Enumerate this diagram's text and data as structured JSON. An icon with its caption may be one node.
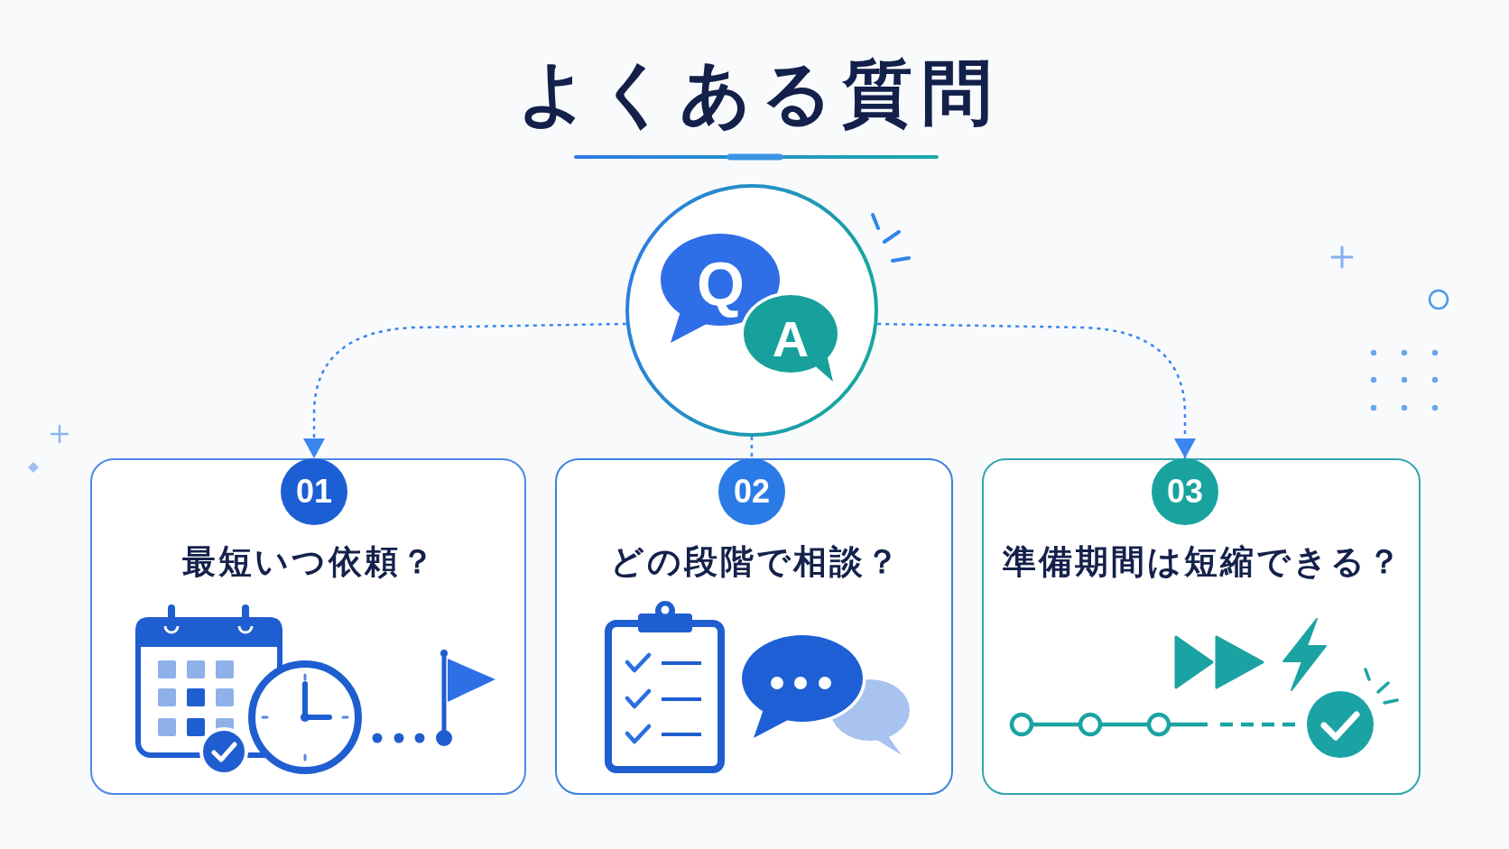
{
  "diagram": {
    "title": "よくある質問",
    "nodes": [
      {
        "text": [
          "Q",
          "A"
        ]
      },
      {
        "text": [
          "01",
          "最短いつ依頼？"
        ]
      },
      {
        "text": [
          "02",
          "どの段階で相談？"
        ]
      },
      {
        "text": [
          "03",
          "準備期間は短縮できる？"
        ]
      }
    ],
    "edges": [
      {
        "from": 0,
        "to": 1,
        "arrow": "to",
        "style": "dashed"
      },
      {
        "from": 0,
        "to": 2,
        "arrow": "none",
        "style": "dashed"
      },
      {
        "from": 0,
        "to": 3,
        "arrow": "to",
        "style": "dashed"
      }
    ]
  }
}
